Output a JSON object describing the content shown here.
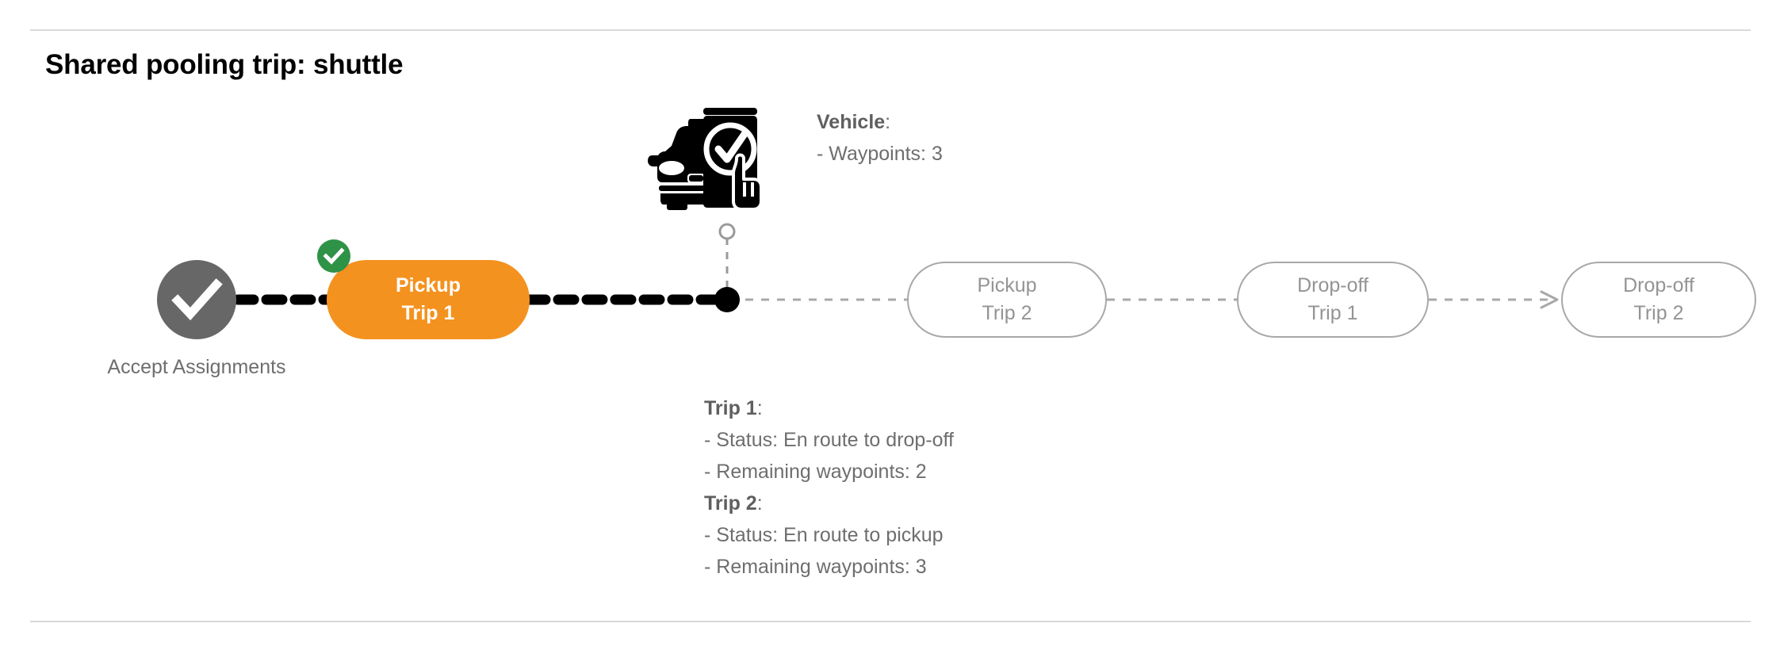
{
  "page": {
    "title": "Shared pooling trip: shuttle"
  },
  "colors": {
    "active_node": "#f4921f",
    "completed_badge": "#2e9247",
    "accept_node": "#676767",
    "pending_node_border": "#a8a8a8",
    "pending_node_text": "#949494",
    "body_text": "#6e6e6e",
    "rule": "#d9d9d9",
    "track_done": "#000000",
    "track_pending": "#a8a8a8"
  },
  "flow": {
    "accept_node": {
      "icon": "check-circle-icon",
      "label_line1": "Accept",
      "label_line2": "Assignments",
      "state": "completed"
    },
    "nodes": [
      {
        "id": "pickup-trip-1",
        "line1": "Pickup",
        "line2": "Trip 1",
        "state": "active",
        "badge": "completed-check"
      },
      {
        "id": "pickup-trip-2",
        "line1": "Pickup",
        "line2": "Trip 2",
        "state": "pending"
      },
      {
        "id": "dropoff-trip-1",
        "line1": "Drop-off",
        "line2": "Trip 1",
        "state": "pending"
      },
      {
        "id": "dropoff-trip-2",
        "line1": "Drop-off",
        "line2": "Trip 2",
        "state": "pending"
      }
    ],
    "vehicle_marker": {
      "icon": "car-phone-check-icon",
      "position_dot": "current-location-dot"
    }
  },
  "vehicle_info": {
    "heading": "Vehicle",
    "heading_suffix": ":",
    "lines": [
      "- Waypoints: 3"
    ],
    "waypoints": 3
  },
  "trip_info": {
    "trip1": {
      "heading": "Trip 1",
      "heading_suffix": ":",
      "status_line": "- Status:  En route to drop-off",
      "waypoints_line": "- Remaining waypoints: 2",
      "status": "En route to drop-off",
      "remaining_waypoints": 2
    },
    "trip2": {
      "heading": "Trip 2",
      "heading_suffix": ":",
      "status_line": "- Status:  En route to pickup",
      "waypoints_line": "- Remaining waypoints: 3",
      "status": "En route to pickup",
      "remaining_waypoints": 3
    }
  }
}
